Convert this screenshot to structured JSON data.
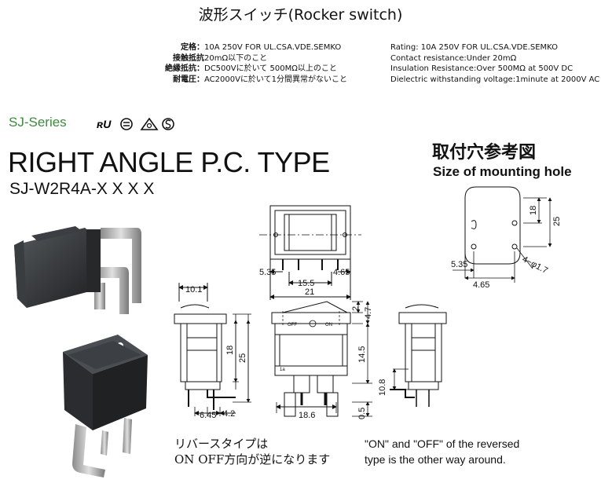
{
  "title": "波形スイッチ(Rocker switch)",
  "specs_jp": [
    {
      "key": "定格：",
      "value": "10A 250V FOR UL.CSA.VDE.SEMKO"
    },
    {
      "key": "接触抵抗",
      "value": "20mΩ以下のこと"
    },
    {
      "key": "絶縁抵抗：",
      "value": "DC500Vに於いて 500MΩ以上のこと"
    },
    {
      "key": "耐電圧：",
      "value": "AC2000Vに於いて1分間異常がないこと"
    }
  ],
  "specs_en": [
    "Rating: 10A 250V FOR UL.CSA.VDE.SEMKO",
    "Contact resistance:Under 20mΩ",
    "Insulation Resistance:Over 500MΩ at 500V DC",
    "Dielectric withstanding voltage:1minute at 2000V AC"
  ],
  "series": "SJ-Series",
  "heading": "RIGHT ANGLE P.C. TYPE",
  "model": "SJ-W2R4A-X X X X",
  "mounting": {
    "title_jp": "取付穴参考図",
    "title_en": "Size of mounting hole"
  },
  "dims": {
    "front": {
      "w535": "5.35",
      "w155": "15.5",
      "w465": "4.65",
      "w21": "21"
    },
    "side": {
      "w101": "10.1",
      "h18": "18",
      "h25": "25",
      "w645": "6.45",
      "w42": "4.2"
    },
    "mid": {
      "off": "OFF",
      "on": "ON",
      "h2": "2",
      "h47": "4.7",
      "h145": "14.5",
      "w186": "18.6",
      "h05": "0.5",
      "pin": "1a"
    },
    "right": {
      "h108": "10.8"
    },
    "hole": {
      "h18": "18",
      "h25": "25",
      "w535": "5.35",
      "w465": "4.65",
      "holes": "4−φ1.7"
    }
  },
  "note_jp": [
    "リバースタイプは",
    "ON OFF方向が逆になります"
  ],
  "note_en": [
    "\"ON\" and \"OFF\" of the reversed",
    "type is the other way around."
  ],
  "colors": {
    "series": "#3d8b3d",
    "photo": "#2e3033"
  }
}
